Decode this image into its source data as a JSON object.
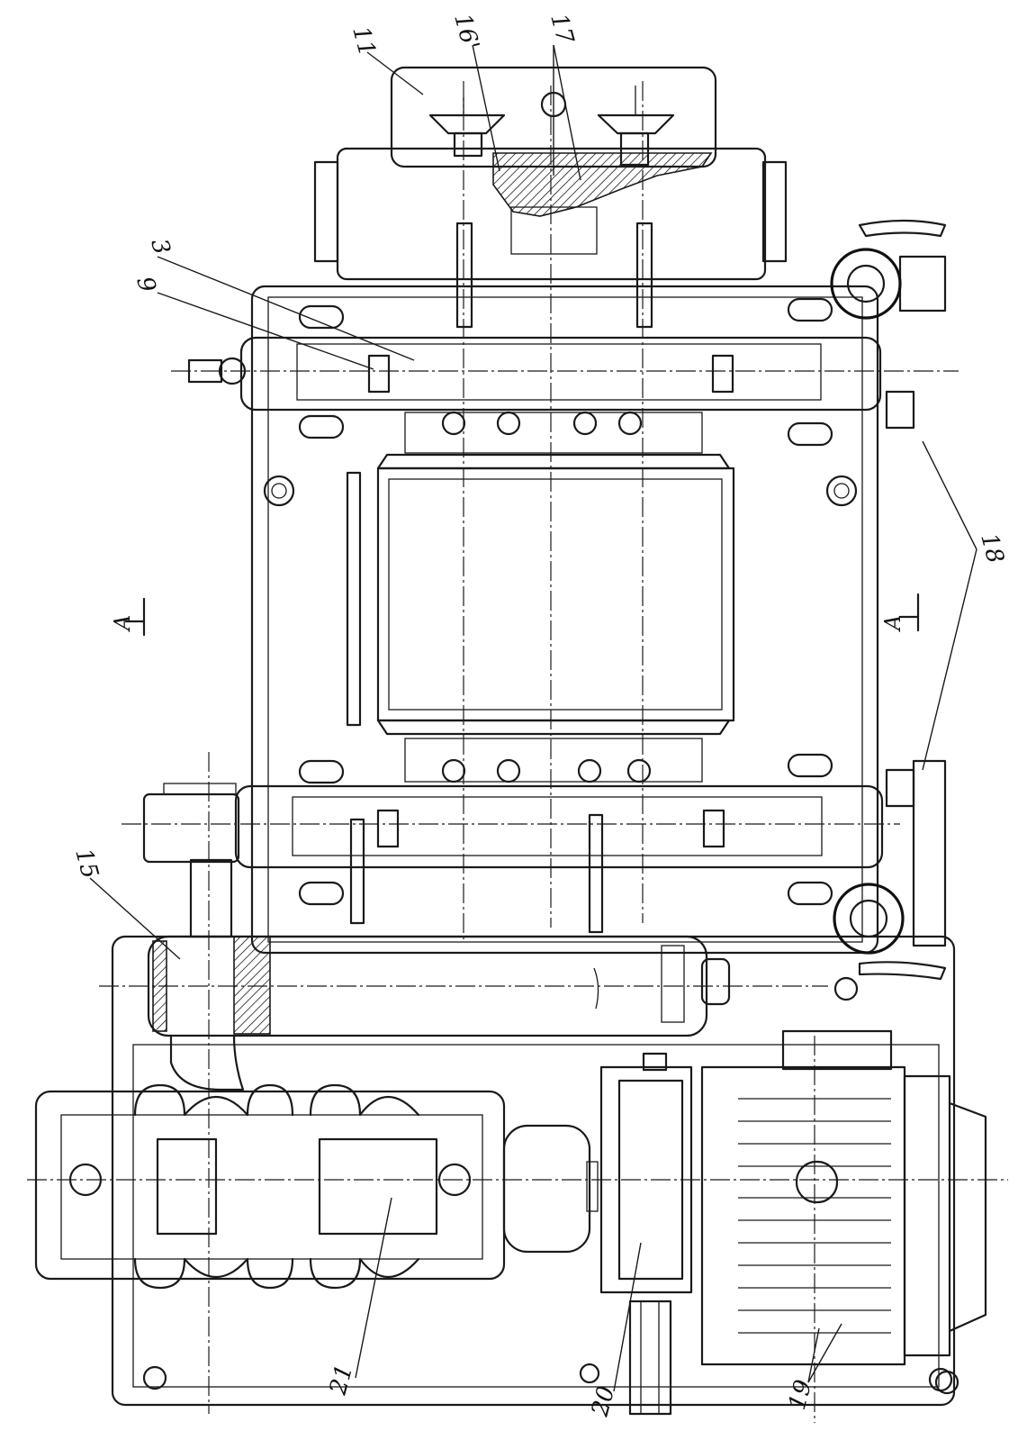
{
  "labels": {
    "l3": "3",
    "l9": "9",
    "l11": "11",
    "l16": "16'",
    "l17": "17",
    "l18": "18",
    "l15": "15",
    "l19": "19",
    "l20": "20",
    "l21": "21"
  },
  "section_marks": {
    "left": "A",
    "right": "A"
  }
}
